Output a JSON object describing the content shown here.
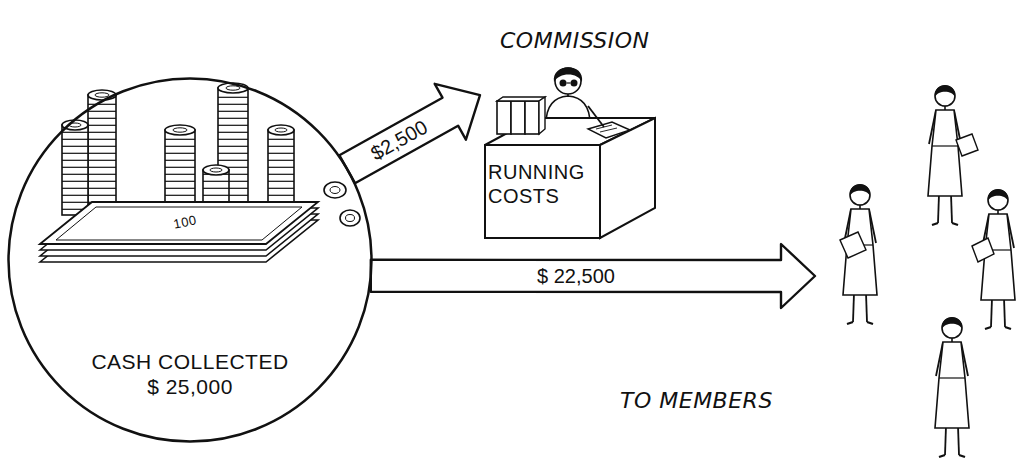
{
  "diagram": {
    "nodes": [
      {
        "text": [
          "CASH COLLECTED $ 25,000"
        ]
      },
      {
        "text": [
          "RUNNING COSTS"
        ]
      },
      {
        "text": [
          "TO MEMBERS"
        ]
      }
    ],
    "edges": [
      {
        "from": 0,
        "to": 1,
        "label": "$2,500",
        "arrow": "to"
      },
      {
        "from": 0,
        "to": 2,
        "label": "$ 22,500",
        "arrow": "to"
      }
    ],
    "labels": [
      "COMMISSION",
      "100"
    ]
  }
}
